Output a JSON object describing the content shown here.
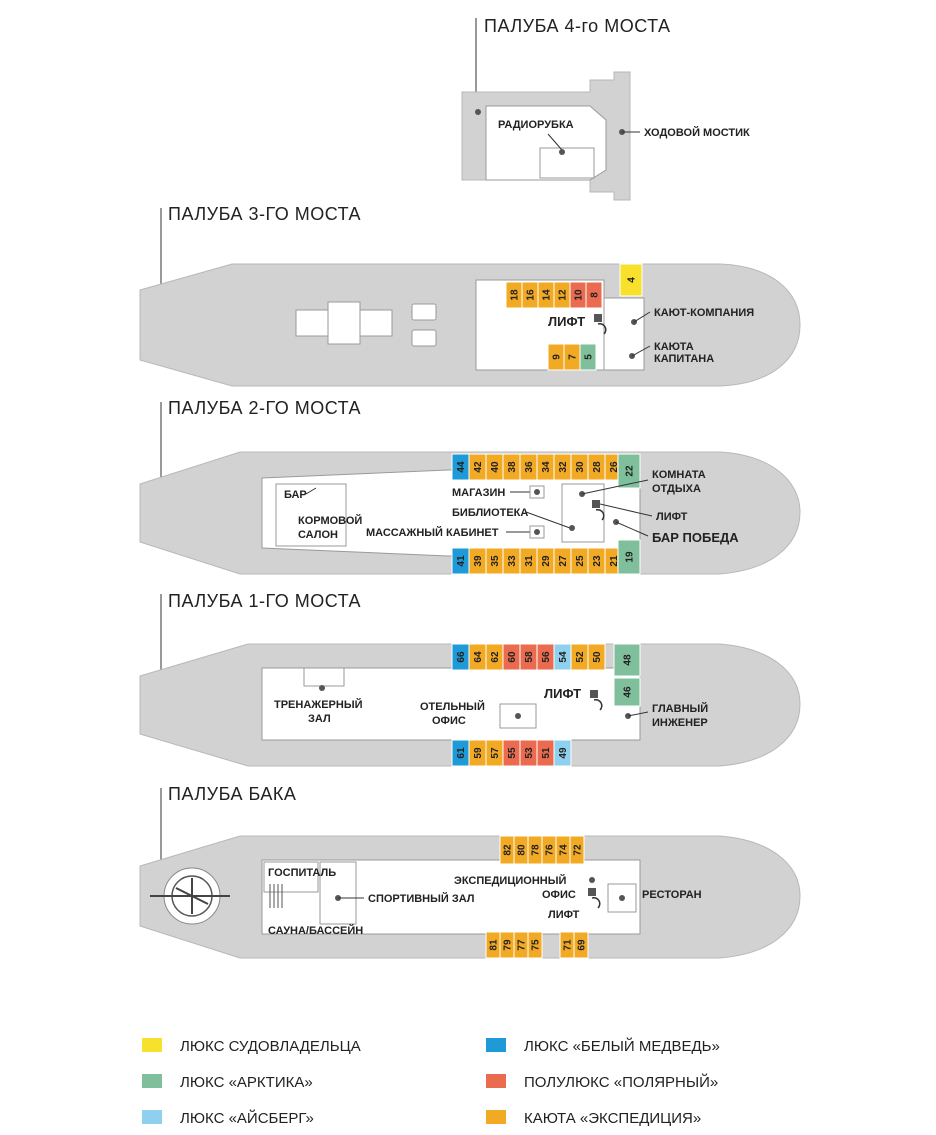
{
  "decks": {
    "deck4": {
      "title": "ПАЛУБА 4-го МОСТА",
      "rooms": {
        "radio": "РАДИОРУБКА",
        "bridge": "ХОДОВОЙ МОСТИК"
      }
    },
    "deck3": {
      "title": "ПАЛУБА 3-ГО МОСТА",
      "rooms": {
        "lift": "ЛИФТ",
        "wardroom": "КАЮТ-КОМПАНИЯ",
        "captain1": "КАЮТА",
        "captain2": "КАПИТАНА"
      },
      "cabins_top": [
        {
          "n": "18",
          "c": "expedition"
        },
        {
          "n": "16",
          "c": "expedition"
        },
        {
          "n": "14",
          "c": "expedition"
        },
        {
          "n": "12",
          "c": "expedition"
        },
        {
          "n": "10",
          "c": "polar"
        },
        {
          "n": "8",
          "c": "polar"
        }
      ],
      "cabins_bottom": [
        {
          "n": "9",
          "c": "expedition"
        },
        {
          "n": "7",
          "c": "expedition"
        },
        {
          "n": "5",
          "c": "arctic"
        }
      ],
      "cabin_owner": {
        "n": "4",
        "c": "owner"
      }
    },
    "deck2": {
      "title": "ПАЛУБА 2-ГО МОСТА",
      "rooms": {
        "bar": "БАР",
        "salon1": "КОРМОВОЙ",
        "salon2": "САЛОН",
        "shop": "МАГАЗИН",
        "library": "БИБЛИОТЕКА",
        "massage": "МАССАЖНЫЙ КАБИНЕТ",
        "rest1": "КОМНАТА",
        "rest2": "ОТДЫХА",
        "lift": "ЛИФТ",
        "pobeda": "БАР ПОБЕДА"
      },
      "cabins_top": [
        {
          "n": "44",
          "c": "bear"
        },
        {
          "n": "42",
          "c": "expedition"
        },
        {
          "n": "40",
          "c": "expedition"
        },
        {
          "n": "38",
          "c": "expedition"
        },
        {
          "n": "36",
          "c": "expedition"
        },
        {
          "n": "34",
          "c": "expedition"
        },
        {
          "n": "32",
          "c": "expedition"
        },
        {
          "n": "30",
          "c": "expedition"
        },
        {
          "n": "28",
          "c": "expedition"
        },
        {
          "n": "26",
          "c": "expedition"
        }
      ],
      "cabins_bottom": [
        {
          "n": "41",
          "c": "bear"
        },
        {
          "n": "39",
          "c": "expedition"
        },
        {
          "n": "35",
          "c": "expedition"
        },
        {
          "n": "33",
          "c": "expedition"
        },
        {
          "n": "31",
          "c": "expedition"
        },
        {
          "n": "29",
          "c": "expedition"
        },
        {
          "n": "27",
          "c": "expedition"
        },
        {
          "n": "25",
          "c": "expedition"
        },
        {
          "n": "23",
          "c": "expedition"
        },
        {
          "n": "21",
          "c": "expedition"
        }
      ],
      "cabin_arctic_top": {
        "n": "22",
        "c": "arctic"
      },
      "cabin_arctic_bottom": {
        "n": "19",
        "c": "arctic"
      }
    },
    "deck1": {
      "title": "ПАЛУБА 1-ГО МОСТА",
      "rooms": {
        "gym1": "ТРЕНАЖЕРНЫЙ",
        "gym2": "ЗАЛ",
        "office1": "ОТЕЛЬНЫЙ",
        "office2": "ОФИС",
        "lift": "ЛИФТ",
        "engineer1": "ГЛАВНЫЙ",
        "engineer2": "ИНЖЕНЕР"
      },
      "cabins_top": [
        {
          "n": "66",
          "c": "bear"
        },
        {
          "n": "64",
          "c": "expedition"
        },
        {
          "n": "62",
          "c": "expedition"
        },
        {
          "n": "60",
          "c": "polar"
        },
        {
          "n": "58",
          "c": "polar"
        },
        {
          "n": "56",
          "c": "polar"
        },
        {
          "n": "54",
          "c": "iceberg"
        },
        {
          "n": "52",
          "c": "expedition"
        },
        {
          "n": "50",
          "c": "expedition"
        }
      ],
      "cabins_bottom": [
        {
          "n": "61",
          "c": "bear"
        },
        {
          "n": "59",
          "c": "expedition"
        },
        {
          "n": "57",
          "c": "expedition"
        },
        {
          "n": "55",
          "c": "polar"
        },
        {
          "n": "53",
          "c": "polar"
        },
        {
          "n": "51",
          "c": "polar"
        },
        {
          "n": "49",
          "c": "iceberg"
        }
      ],
      "cabin_arctic_a": {
        "n": "48",
        "c": "arctic"
      },
      "cabin_arctic_b": {
        "n": "46",
        "c": "arctic"
      }
    },
    "deck0": {
      "title": "ПАЛУБА БАКА",
      "rooms": {
        "hospital": "ГОСПИТАЛЬ",
        "sport": "СПОРТИВНЫЙ ЗАЛ",
        "sauna": "САУНА/БАССЕЙН",
        "exp1": "ЭКСПЕДИЦИОННЫЙ",
        "exp2": "ОФИС",
        "lift": "ЛИФТ",
        "restaurant": "РЕСТОРАН"
      },
      "cabins_top": [
        {
          "n": "82",
          "c": "expedition"
        },
        {
          "n": "80",
          "c": "expedition"
        },
        {
          "n": "78",
          "c": "expedition"
        },
        {
          "n": "76",
          "c": "expedition"
        },
        {
          "n": "74",
          "c": "expedition"
        },
        {
          "n": "72",
          "c": "expedition"
        }
      ],
      "cabins_bottom": [
        {
          "n": "81",
          "c": "expedition"
        },
        {
          "n": "79",
          "c": "expedition"
        },
        {
          "n": "77",
          "c": "expedition"
        },
        {
          "n": "75",
          "c": "expedition"
        },
        {
          "n": "71",
          "c": "expedition"
        },
        {
          "n": "69",
          "c": "expedition"
        }
      ]
    }
  },
  "legend": [
    {
      "key": "owner",
      "label": "ЛЮКС СУДОВЛАДЕЛЬЦА",
      "color": "#f7e12c"
    },
    {
      "key": "arctic",
      "label": "ЛЮКС «АРКТИКА»",
      "color": "#7fbf9c"
    },
    {
      "key": "iceberg",
      "label": "ЛЮКС «АЙСБЕРГ»",
      "color": "#8fd0ee"
    },
    {
      "key": "bear",
      "label": "ЛЮКС «БЕЛЫЙ МЕДВЕДЬ»",
      "color": "#1e9ad8"
    },
    {
      "key": "polar",
      "label": "ПОЛУЛЮКС «ПОЛЯРНЫЙ»",
      "color": "#ea6b4f"
    },
    {
      "key": "expedition",
      "label": "КАЮТА «ЭКСПЕДИЦИЯ»",
      "color": "#f2a923"
    }
  ]
}
